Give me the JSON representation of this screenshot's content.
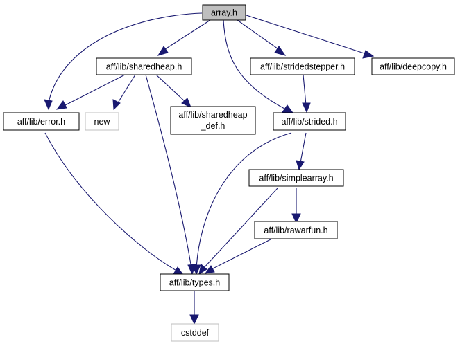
{
  "graph": {
    "colors": {
      "edge": "#191970",
      "box_border": "#000000",
      "box_border_external": "#bfbfbf",
      "focus_fill": "#bfbfbf",
      "box_fill": "#ffffff",
      "external_text": "#000000"
    },
    "nodes": {
      "array_h": {
        "label": "array.h"
      },
      "sharedheap_h": {
        "label": "aff/lib/sharedheap.h"
      },
      "stridedstepper_h": {
        "label": "aff/lib/stridedstepper.h"
      },
      "deepcopy_h": {
        "label": "aff/lib/deepcopy.h"
      },
      "error_h": {
        "label": "aff/lib/error.h"
      },
      "new": {
        "label": "new"
      },
      "sharedheap_def_h": {
        "label_line1": "aff/lib/sharedheap",
        "label_line2": "_def.h"
      },
      "strided_h": {
        "label": "aff/lib/strided.h"
      },
      "simplearray_h": {
        "label": "aff/lib/simplearray.h"
      },
      "rawarfun_h": {
        "label": "aff/lib/rawarfun.h"
      },
      "types_h": {
        "label": "aff/lib/types.h"
      },
      "cstddef": {
        "label": "cstddef"
      }
    }
  }
}
